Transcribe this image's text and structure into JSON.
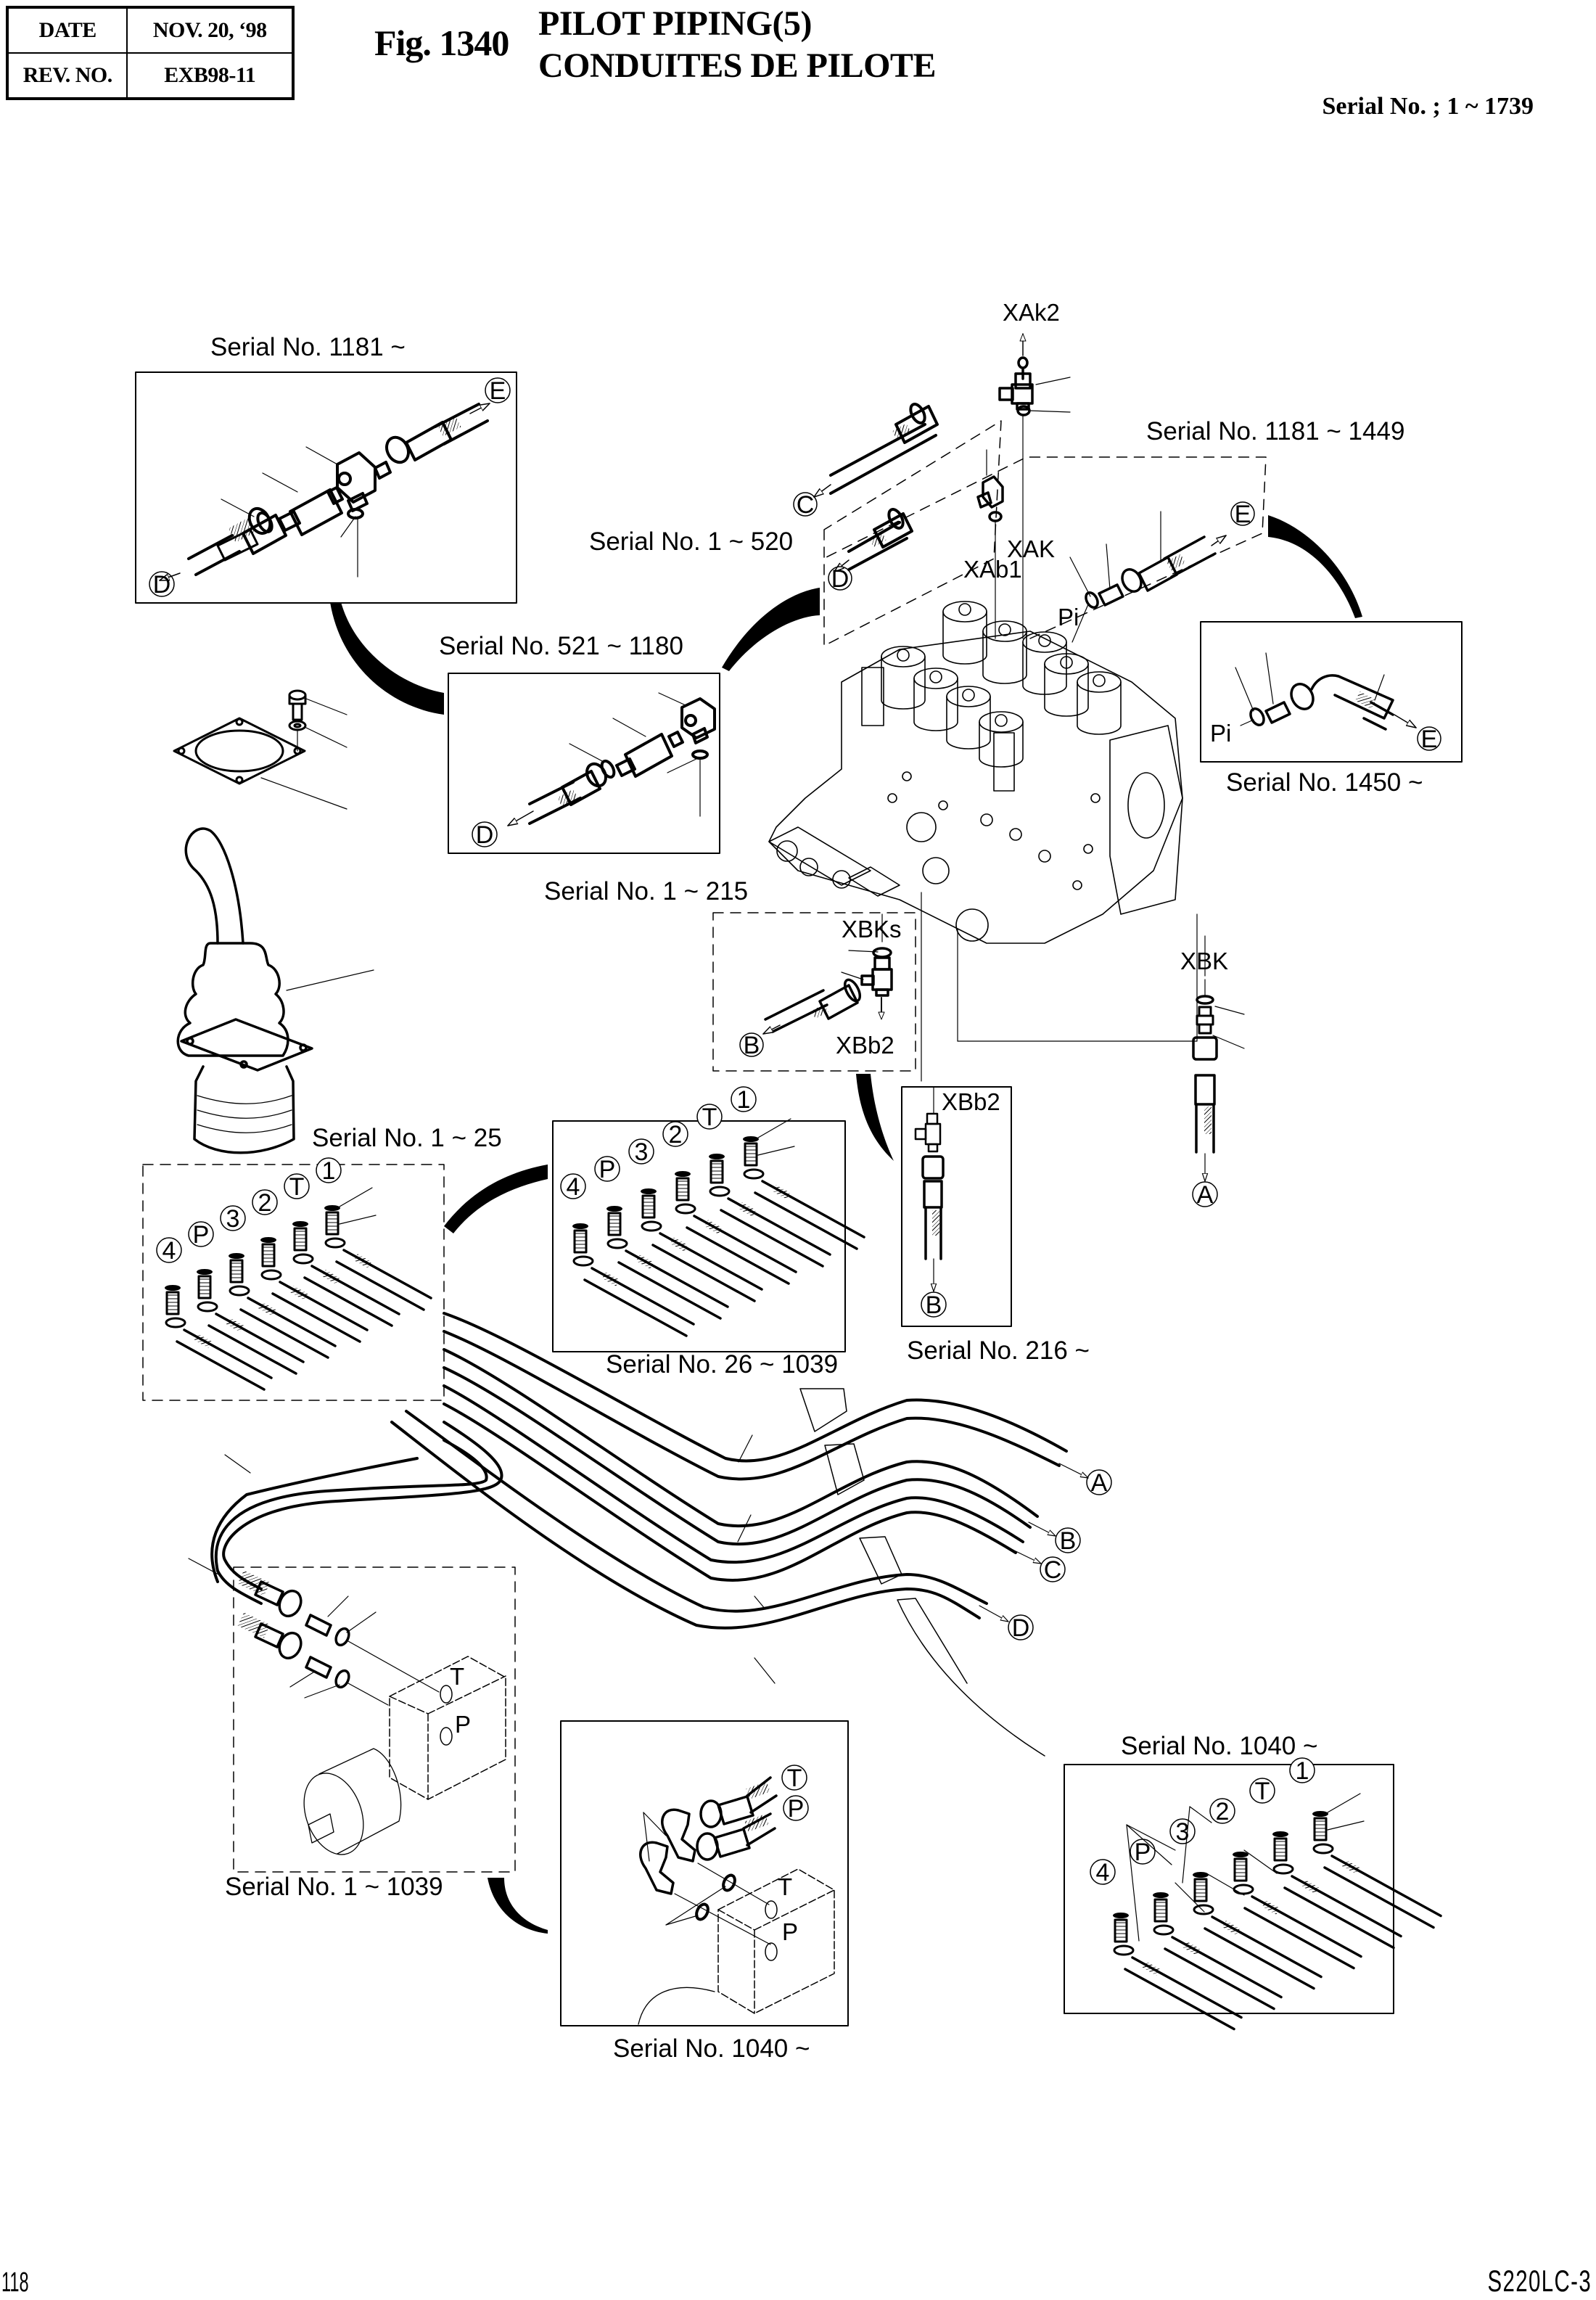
{
  "header": {
    "date_label": "DATE",
    "date_value": "NOV. 20, ‘98",
    "rev_label": "REV. NO.",
    "rev_value": "EXB98-11",
    "figure_number": "Fig. 1340",
    "title_en": "PILOT PIPING(5)",
    "title_fr": "CONDUITES DE PILOTE",
    "serial_range": "Serial No. ; 1 ~ 1739"
  },
  "footer": {
    "page_number": "118",
    "model": "S220LC-3"
  },
  "insets": {
    "hose_tee_1181": "Serial No. 1181 ~",
    "hose_1_520": "Serial No. 1 ~ 520",
    "hose_521_1180": "Serial No. 521 ~ 1180",
    "hose_1181_1449": "Serial No. 1181 ~ 1449",
    "hose_1450": "Serial No. 1450 ~",
    "tee_1_215": "Serial No. 1 ~ 215",
    "tee_216": "Serial No. 216 ~",
    "joystick_fittings_1_25": "Serial No. 1 ~ 25",
    "joystick_fittings_26_1039": "Serial No. 26 ~ 1039",
    "pump_1_1039": "Serial No. 1 ~ 1039",
    "pump_1040": "Serial No. 1040 ~",
    "joystick_fittings_1040": "Serial No. 1040 ~"
  },
  "ports": {
    "xak2": "XAk2",
    "xak": "XAK",
    "xab1": "XAb1",
    "pi": "Pi",
    "xbks": "XBKs",
    "xbb2": "XBb2",
    "xbk": "XBK",
    "t": "T",
    "p": "P"
  },
  "connection_refs": {
    "a": "A",
    "b": "B",
    "c": "C",
    "d": "D",
    "e": "E"
  },
  "hose_port_refs": [
    "4",
    "P",
    "3",
    "2",
    "T",
    "1"
  ]
}
